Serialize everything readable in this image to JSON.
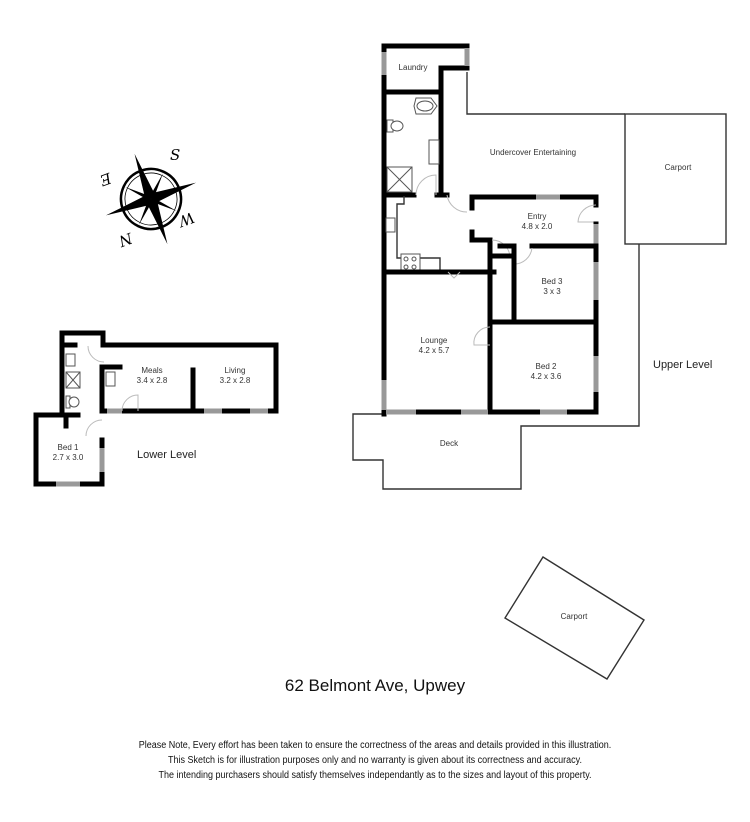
{
  "plan": {
    "address": "62 Belmont Ave, Upwey",
    "levels": {
      "upper": "Upper Level",
      "lower": "Lower Level"
    },
    "rooms": {
      "laundry": {
        "name": "Laundry",
        "size": ""
      },
      "undercover": {
        "name": "Undercover Entertaining",
        "size": ""
      },
      "carport_upper": {
        "name": "Carport",
        "size": ""
      },
      "entry": {
        "name": "Entry",
        "size": "4.8 x 2.0"
      },
      "bed3": {
        "name": "Bed 3",
        "size": "3 x 3"
      },
      "lounge": {
        "name": "Lounge",
        "size": "4.2 x 5.7"
      },
      "bed2": {
        "name": "Bed 2",
        "size": "4.2 x 3.6"
      },
      "deck": {
        "name": "Deck",
        "size": ""
      },
      "meals": {
        "name": "Meals",
        "size": "3.4 x 2.8"
      },
      "living": {
        "name": "Living",
        "size": "3.2 x 2.8"
      },
      "bed1": {
        "name": "Bed 1",
        "size": "2.7 x 3.0"
      },
      "carport_lower": {
        "name": "Carport",
        "size": ""
      }
    },
    "compass": {
      "n": "N",
      "s": "S",
      "e": "E",
      "w": "W"
    },
    "disclaimer": [
      "Please Note, Every effort has been taken to ensure the correctness of the areas and details provided in this illustration.",
      "This Sketch is for illustration purposes only and no warranty is given about its correctness and accuracy.",
      "The intending purchasers should satisfy themselves independantly as to the sizes and layout of this property."
    ]
  }
}
